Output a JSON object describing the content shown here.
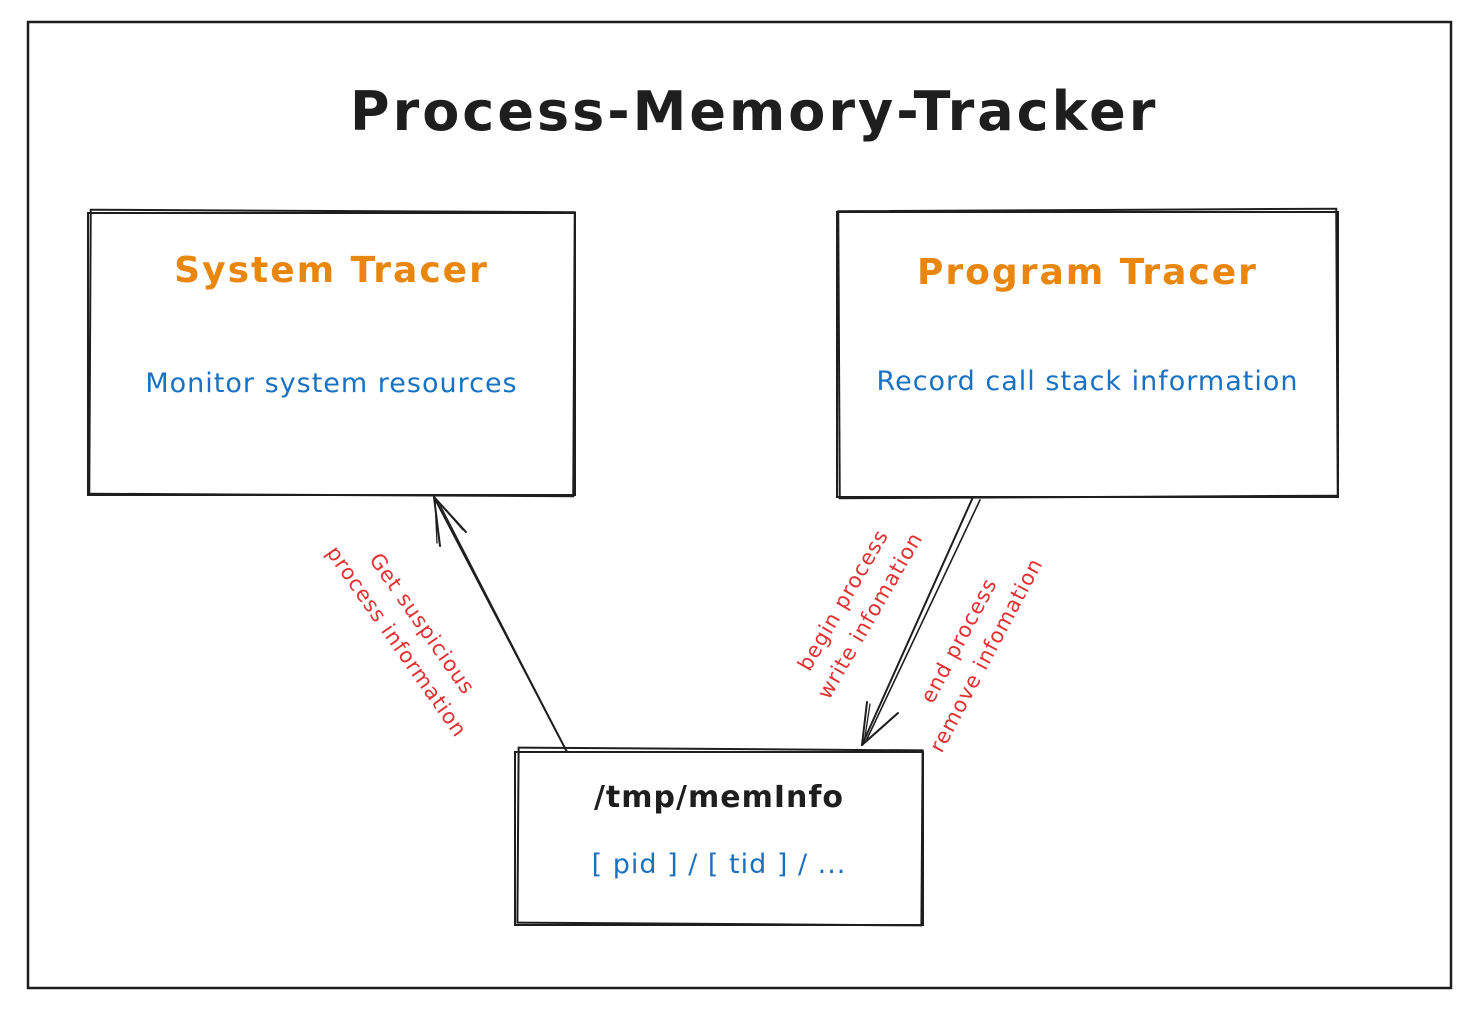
{
  "title": "Process-Memory-Tracker",
  "colors": {
    "stroke": "#1e1e1e",
    "node_title": "#e8860d",
    "node_description": "#1971c2",
    "edge_label": "#e03131",
    "background": "#ffffff"
  },
  "nodes": {
    "system_tracer": {
      "title": "System Tracer",
      "description": "Monitor system resources"
    },
    "program_tracer": {
      "title": "Program Tracer",
      "description": "Record call stack information"
    },
    "mem_info": {
      "title": "/tmp/memInfo",
      "description": "[ pid ] / [ tid ] / ..."
    }
  },
  "edges": {
    "get_suspicious": {
      "line1": "Get suspicious",
      "line2": "process information"
    },
    "begin_process": {
      "line1": "begin process",
      "line2": "write infomation"
    },
    "end_process": {
      "line1": "end process",
      "line2": "remove infomation"
    }
  }
}
